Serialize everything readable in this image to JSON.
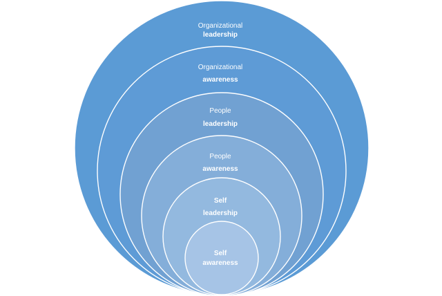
{
  "diagram": {
    "type": "nested-circles",
    "rings": [
      {
        "line1": "Organizational",
        "line2": "leadership",
        "line1_bold": false,
        "line2_bold": true,
        "fill": "#5b9bd5"
      },
      {
        "line1": "Organizational",
        "line2": "awareness",
        "line1_bold": false,
        "line2_bold": true,
        "fill": "#5e9bd6"
      },
      {
        "line1": "People",
        "line2": "leadership",
        "line1_bold": false,
        "line2_bold": true,
        "fill": "#71a1d2"
      },
      {
        "line1": "People",
        "line2": "awareness",
        "line1_bold": false,
        "line2_bold": true,
        "fill": "#84aed9"
      },
      {
        "line1": "Self",
        "line2": "leadership",
        "line1_bold": true,
        "line2_bold": true,
        "fill": "#93b9df"
      },
      {
        "line1": "Self",
        "line2": "awareness",
        "line1_bold": true,
        "line2_bold": true,
        "fill": "#a6c4e6"
      }
    ]
  }
}
